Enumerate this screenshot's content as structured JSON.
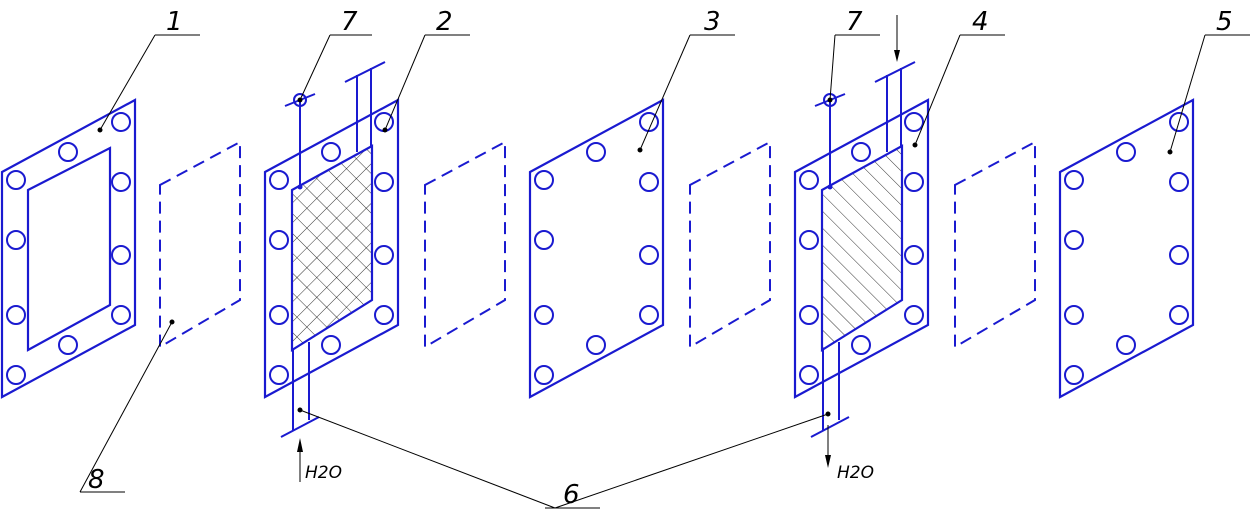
{
  "colors": {
    "line": "#1a1ad0",
    "leader": "#000000"
  },
  "labels": {
    "plate_1": "1",
    "membrane_8": "8",
    "cell_2": "2",
    "plate_3": "3",
    "cell_4": "4",
    "plate_5": "5",
    "fitting_7a": "7",
    "fitting_7b": "7",
    "pipe_6": "6"
  },
  "flow": {
    "inlet": "H2O",
    "outlet": "H2O"
  }
}
